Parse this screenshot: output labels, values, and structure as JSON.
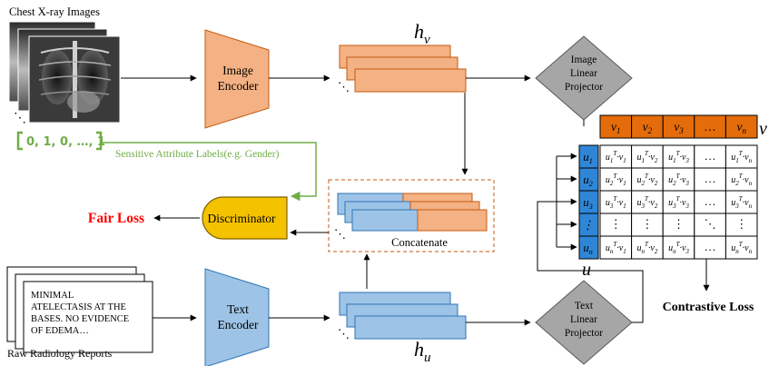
{
  "inputs": {
    "images_label": "Chest X-ray Images",
    "labels_vector": "0, 1, 0,  …, 1",
    "sensitive_label": "Sensitive Attribute Labels(e.g. Gender)",
    "reports_label": "Raw Radiology Reports",
    "report_text": [
      "MINIMAL",
      "ATELECTASIS AT THE",
      "BASES.  NO EVIDENCE",
      "OF EDEMA…"
    ]
  },
  "encoders": {
    "image": [
      "Image",
      "Encoder"
    ],
    "text": [
      "Text",
      "Encoder"
    ]
  },
  "features": {
    "image_symbol": "h",
    "image_sub": "v",
    "text_symbol": "h",
    "text_sub": "u",
    "concatenate": "Concatenate"
  },
  "projectors": {
    "image": [
      "Image",
      "Linear",
      "Projector"
    ],
    "text": [
      "Text",
      "Linear",
      "Projector"
    ]
  },
  "discriminator": {
    "label": "Discriminator",
    "loss": "Fair Loss"
  },
  "contrastive": {
    "v_label": "v",
    "u_label": "u",
    "loss": "Contrastive Loss",
    "v_headers": [
      "v1",
      "v2",
      "v3",
      "…",
      "vn"
    ],
    "u_headers": [
      "u1",
      "u2",
      "u3",
      "⋮",
      "un"
    ]
  },
  "colors": {
    "peach": "#f4b183",
    "peach_dark": "#c55a11",
    "blue": "#9dc3e6",
    "blue_dark": "#2e75b6",
    "orange_header": "#e46c0a",
    "blue_header": "#2f86d6",
    "gold": "#f5c200",
    "gray": "#a6a6a6",
    "green": "#70ad47",
    "red": "#ff0000"
  }
}
